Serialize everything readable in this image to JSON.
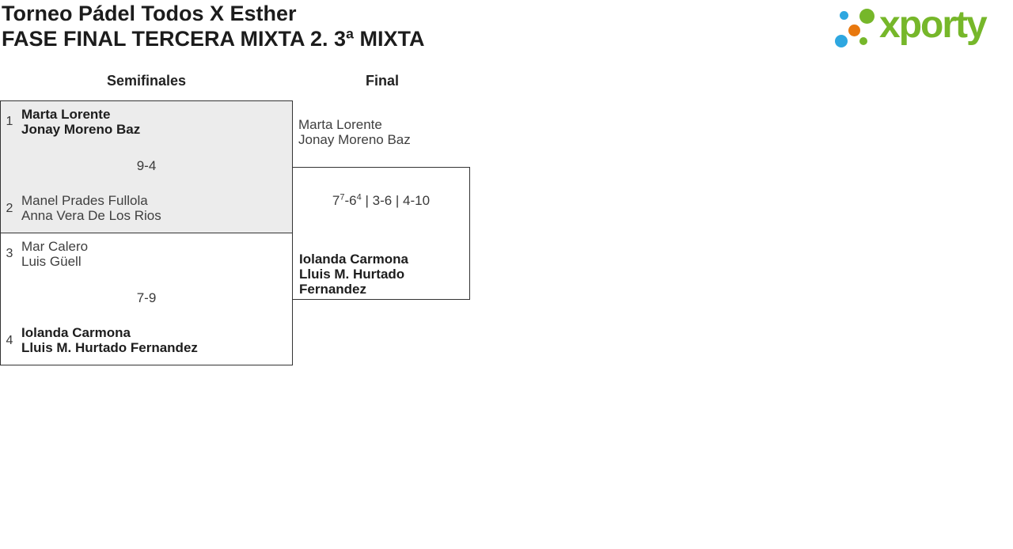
{
  "header": {
    "title": "Torneo Pádel Todos X Esther",
    "subtitle": "FASE FINAL TERCERA MIXTA 2. 3ª MIXTA"
  },
  "logo": {
    "wordmark": "xporty",
    "colors": {
      "green": "#76b72a",
      "blue": "#2ea7e0",
      "orange": "#e8780f"
    }
  },
  "rounds": {
    "semifinals_label": "Semifinales",
    "final_label": "Final"
  },
  "matches": {
    "semifinal1": {
      "top": {
        "seed": "1",
        "players": [
          "Marta Lorente",
          "Jonay Moreno Baz"
        ],
        "winner": true
      },
      "score": "9-4",
      "bottom": {
        "seed": "2",
        "players": [
          "Manel Prades Fullola",
          "Anna Vera De Los Rios"
        ],
        "winner": false
      }
    },
    "semifinal2": {
      "top": {
        "seed": "3",
        "players": [
          "Mar Calero",
          "Luis Güell"
        ],
        "winner": false
      },
      "score": "7-9",
      "bottom": {
        "seed": "4",
        "players": [
          "Iolanda Carmona",
          "Lluis M. Hurtado Fernandez"
        ],
        "winner": true
      }
    },
    "final": {
      "top": {
        "players": [
          "Marta Lorente",
          "Jonay Moreno Baz"
        ],
        "winner": false
      },
      "score": {
        "set1_a": "7",
        "set1_a_tb": "7",
        "set1_b": "-6",
        "set1_b_tb": "4",
        "rest": " | 3-6 | 4-10"
      },
      "bottom": {
        "players": [
          "Iolanda Carmona",
          "Lluis M. Hurtado Fernandez"
        ],
        "winner": true
      }
    }
  },
  "styles": {
    "box_border": "#333333",
    "box_fill_alt": "#ececec"
  }
}
